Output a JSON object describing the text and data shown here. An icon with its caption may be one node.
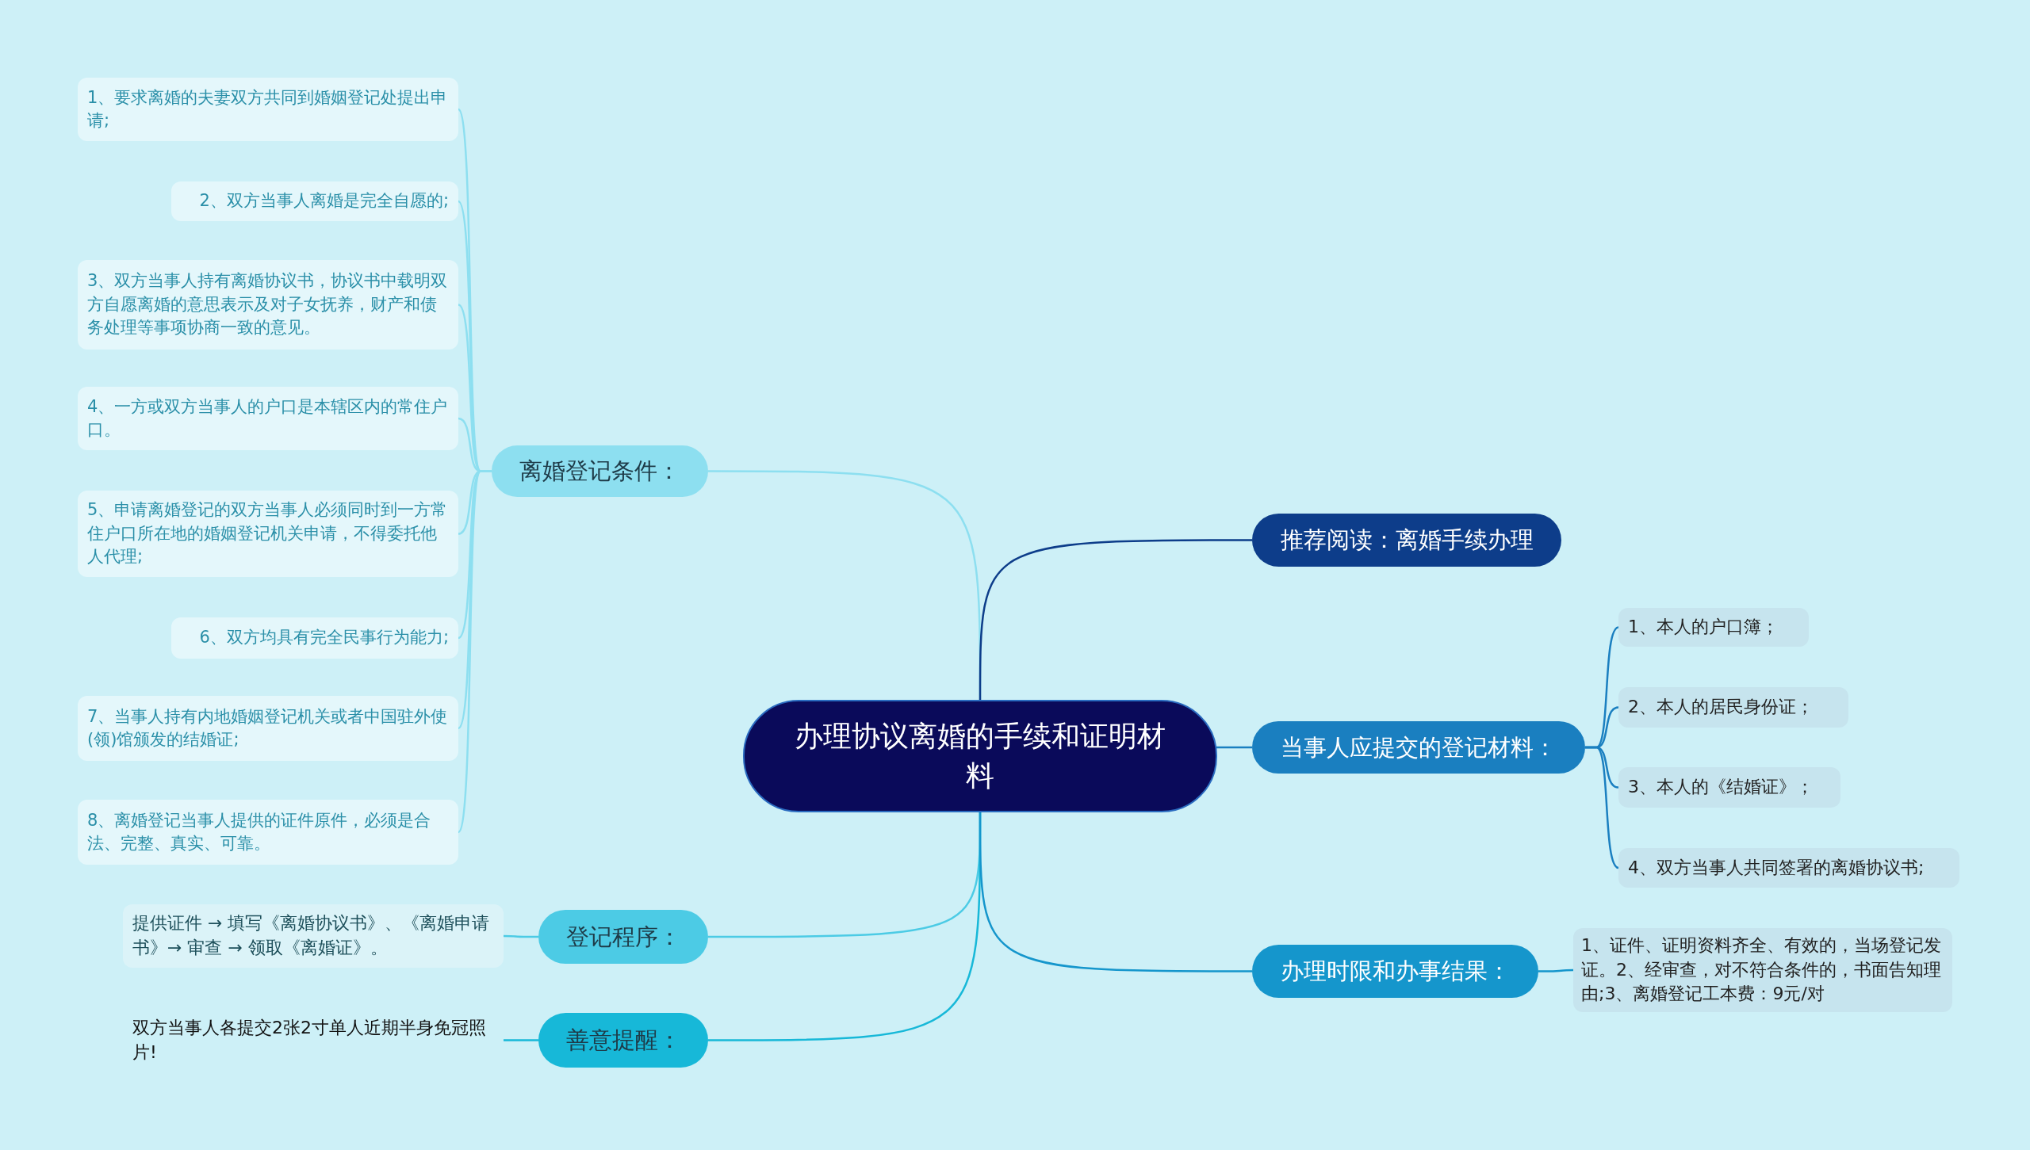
{
  "diagram": {
    "nodes": [
      {
        "text": [
          "办理协议离婚的手续和证明材料"
        ]
      },
      {
        "text": [
          "离婚登记条件："
        ]
      },
      {
        "text": [
          "1、要求离婚的夫妻双方共同到婚姻登记处提出申请;"
        ]
      },
      {
        "text": [
          "2、双方当事人离婚是完全自愿的;"
        ]
      },
      {
        "text": [
          "3、双方当事人持有离婚协议书，协议书中载明双方自愿离婚的意思表示及对子女抚养，财产和债务处理等事项协商一致的意见。"
        ]
      },
      {
        "text": [
          "4、一方或双方当事人的户口是本辖区内的常住户口。"
        ]
      },
      {
        "text": [
          "5、申请离婚登记的双方当事人必须同时到一方常住户口所在地的婚姻登记机关申请，不得委托他人代理;"
        ]
      },
      {
        "text": [
          "6、双方均具有完全民事行为能力;"
        ]
      },
      {
        "text": [
          "7、当事人持有内地婚姻登记机关或者中国驻外使(领)馆颁发的结婚证;"
        ]
      },
      {
        "text": [
          "8、离婚登记当事人提供的证件原件，必须是合法、完整、真实、可靠。"
        ]
      },
      {
        "text": [
          "登记程序："
        ]
      },
      {
        "text": [
          "提供证件 → 填写《离婚协议书》、《离婚申请书》→ 审查 → 领取《离婚证》。"
        ]
      },
      {
        "text": [
          "善意提醒："
        ]
      },
      {
        "text": [
          "双方当事人各提交2张2寸单人近期半身免冠照片!"
        ]
      },
      {
        "text": [
          "推荐阅读：离婚手续办理"
        ]
      },
      {
        "text": [
          "当事人应提交的登记材料："
        ]
      },
      {
        "text": [
          "1、本人的户口簿；"
        ]
      },
      {
        "text": [
          "2、本人的居民身份证；"
        ]
      },
      {
        "text": [
          "3、本人的《结婚证》；"
        ]
      },
      {
        "text": [
          "4、双方当事人共同签署的离婚协议书;"
        ]
      },
      {
        "text": [
          "办理时限和办事结果："
        ]
      },
      {
        "text": [
          "1、证件、证明资料齐全、有效的，当场登记发证。2、经审查，对不符合条件的，书面告知理由;3、离婚登记工本费：9元/对"
        ]
      }
    ],
    "edges": [
      {
        "from": 0,
        "to": 1,
        "arrow": "none",
        "color": "#8ddff0"
      },
      {
        "from": 1,
        "to": 2,
        "arrow": "none",
        "color": "#8ddff0"
      },
      {
        "from": 1,
        "to": 3,
        "arrow": "none",
        "color": "#8ddff0"
      },
      {
        "from": 1,
        "to": 4,
        "arrow": "none",
        "color": "#8ddff0"
      },
      {
        "from": 1,
        "to": 5,
        "arrow": "none",
        "color": "#8ddff0"
      },
      {
        "from": 1,
        "to": 6,
        "arrow": "none",
        "color": "#8ddff0"
      },
      {
        "from": 1,
        "to": 7,
        "arrow": "none",
        "color": "#8ddff0"
      },
      {
        "from": 1,
        "to": 8,
        "arrow": "none",
        "color": "#8ddff0"
      },
      {
        "from": 1,
        "to": 9,
        "arrow": "none",
        "color": "#8ddff0"
      },
      {
        "from": 0,
        "to": 10,
        "arrow": "none",
        "color": "#4ccbe5"
      },
      {
        "from": 10,
        "to": 11,
        "arrow": "none",
        "color": "#4ccbe5"
      },
      {
        "from": 0,
        "to": 12,
        "arrow": "none",
        "color": "#17b8d8"
      },
      {
        "from": 12,
        "to": 13,
        "arrow": "none",
        "color": "#17b8d8"
      },
      {
        "from": 0,
        "to": 14,
        "arrow": "none",
        "color": "#0d3d8a"
      },
      {
        "from": 0,
        "to": 15,
        "arrow": "none",
        "color": "#1a7fc0"
      },
      {
        "from": 15,
        "to": 16,
        "arrow": "none",
        "color": "#1a7fc0"
      },
      {
        "from": 15,
        "to": 17,
        "arrow": "none",
        "color": "#1a7fc0"
      },
      {
        "from": 15,
        "to": 18,
        "arrow": "none",
        "color": "#1a7fc0"
      },
      {
        "from": 15,
        "to": 19,
        "arrow": "none",
        "color": "#1a7fc0"
      },
      {
        "from": 0,
        "to": 20,
        "arrow": "none",
        "color": "#1596cc"
      },
      {
        "from": 20,
        "to": 21,
        "arrow": "none",
        "color": "#1596cc"
      }
    ]
  }
}
